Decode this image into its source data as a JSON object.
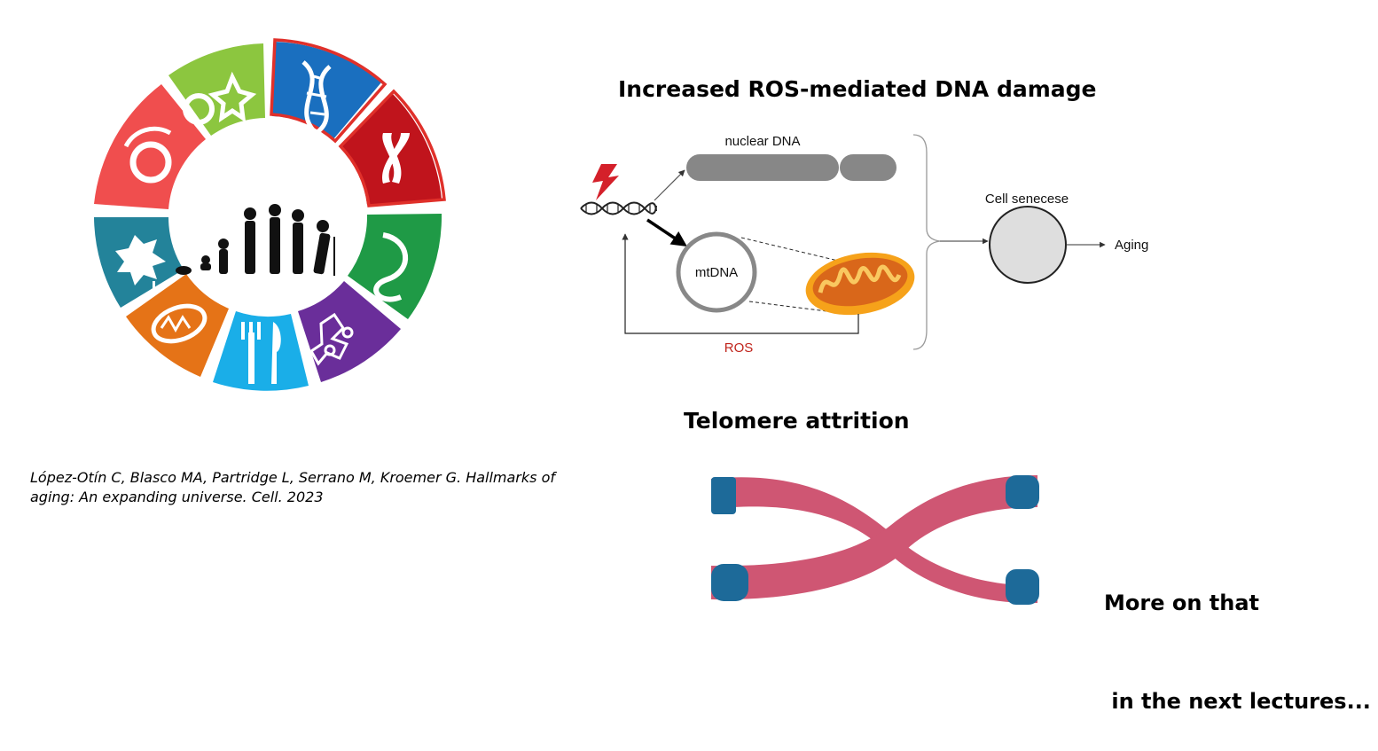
{
  "titles": {
    "ros_damage": "Increased ROS-mediated DNA damage",
    "telomere": "Telomere attrition"
  },
  "citation": {
    "line1": "López-Otín C, Blasco MA, Partridge L, Serrano M, Kroemer G. Hallmarks of",
    "line2": "aging: An expanding universe. Cell. 2023"
  },
  "diagram": {
    "nuclear_dna": "nuclear DNA",
    "mtdna": "mtDNA",
    "ros": "ROS",
    "cell_senescence": "Cell senecese",
    "aging": "Aging"
  },
  "closing": {
    "line1": "More on that",
    "line2": " in the next lectures..."
  },
  "colors": {
    "segment_red": "#f04e4e",
    "segment_lightgreen": "#8cc63f",
    "segment_blue": "#1a6fbf",
    "segment_darkred": "#c0141c",
    "segment_green": "#1f9a46",
    "segment_purple": "#6a2e9a",
    "segment_cyan": "#1aaee8",
    "segment_orange": "#e57317",
    "segment_teal": "#23839a",
    "highlight": "#e0302a",
    "ros_red": "#c0241c",
    "chromosome_pink": "#cf5673",
    "telomere_blue": "#1d6a99"
  }
}
